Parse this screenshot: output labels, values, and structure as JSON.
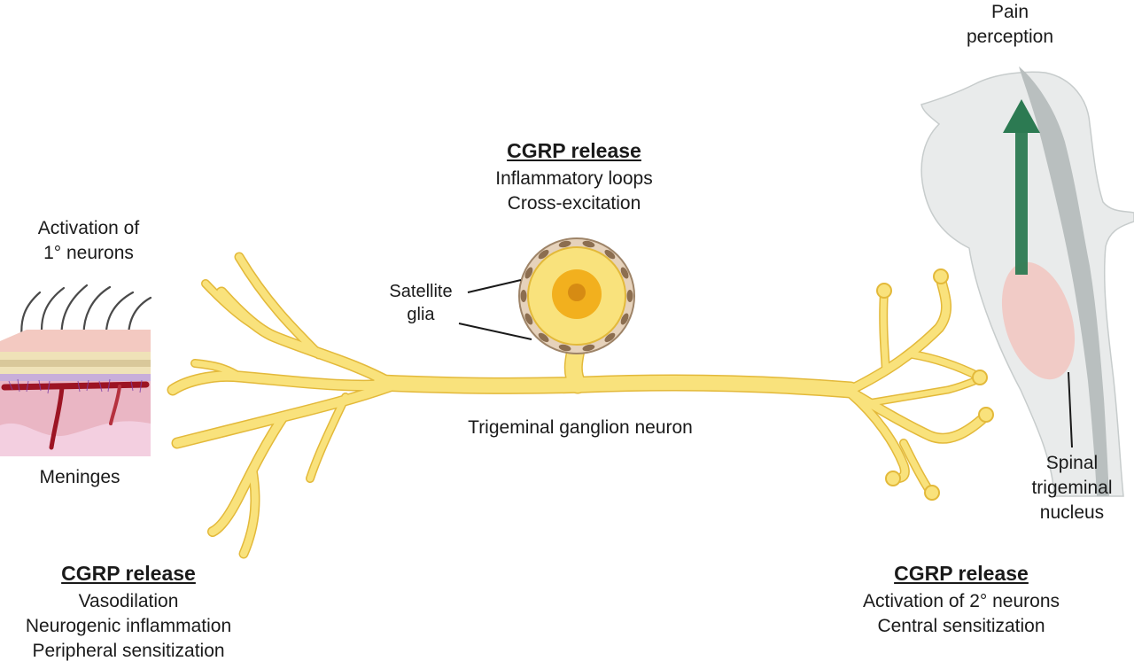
{
  "colors": {
    "neuron_fill": "#f9e27c",
    "neuron_stroke": "#e3b93a",
    "soma_core": "#f2b01e",
    "nucleolus": "#d68b13",
    "glia": "#e6d2bb",
    "brainstem": "#e9ebeb",
    "brainstem_shade": "#c7cccc",
    "arrow": "#2c7a52",
    "nucleus_oval": "#f2c6c0",
    "skin_top": "#f3c9c1",
    "skin_tissue": "#eab6c4",
    "vessel": "#9c1423"
  },
  "labels": {
    "activation": [
      "Activation of",
      "1° neurons"
    ],
    "meninges": "Meninges",
    "top_cgrp": {
      "title": "CGRP release",
      "lines": [
        "Inflammatory loops",
        "Cross-excitation"
      ]
    },
    "satellite": [
      "Satellite",
      "glia"
    ],
    "neuron": "Trigeminal ganglion neuron",
    "pain": [
      "Pain",
      "perception"
    ],
    "spinal": [
      "Spinal",
      "trigeminal",
      "nucleus"
    ],
    "left_cgrp": {
      "title": "CGRP release",
      "lines": [
        "Vasodilation",
        "Neurogenic inflammation",
        "Peripheral sensitization"
      ]
    },
    "right_cgrp": {
      "title": "CGRP release",
      "lines": [
        "Activation of 2° neurons",
        "Central sensitization"
      ]
    }
  }
}
